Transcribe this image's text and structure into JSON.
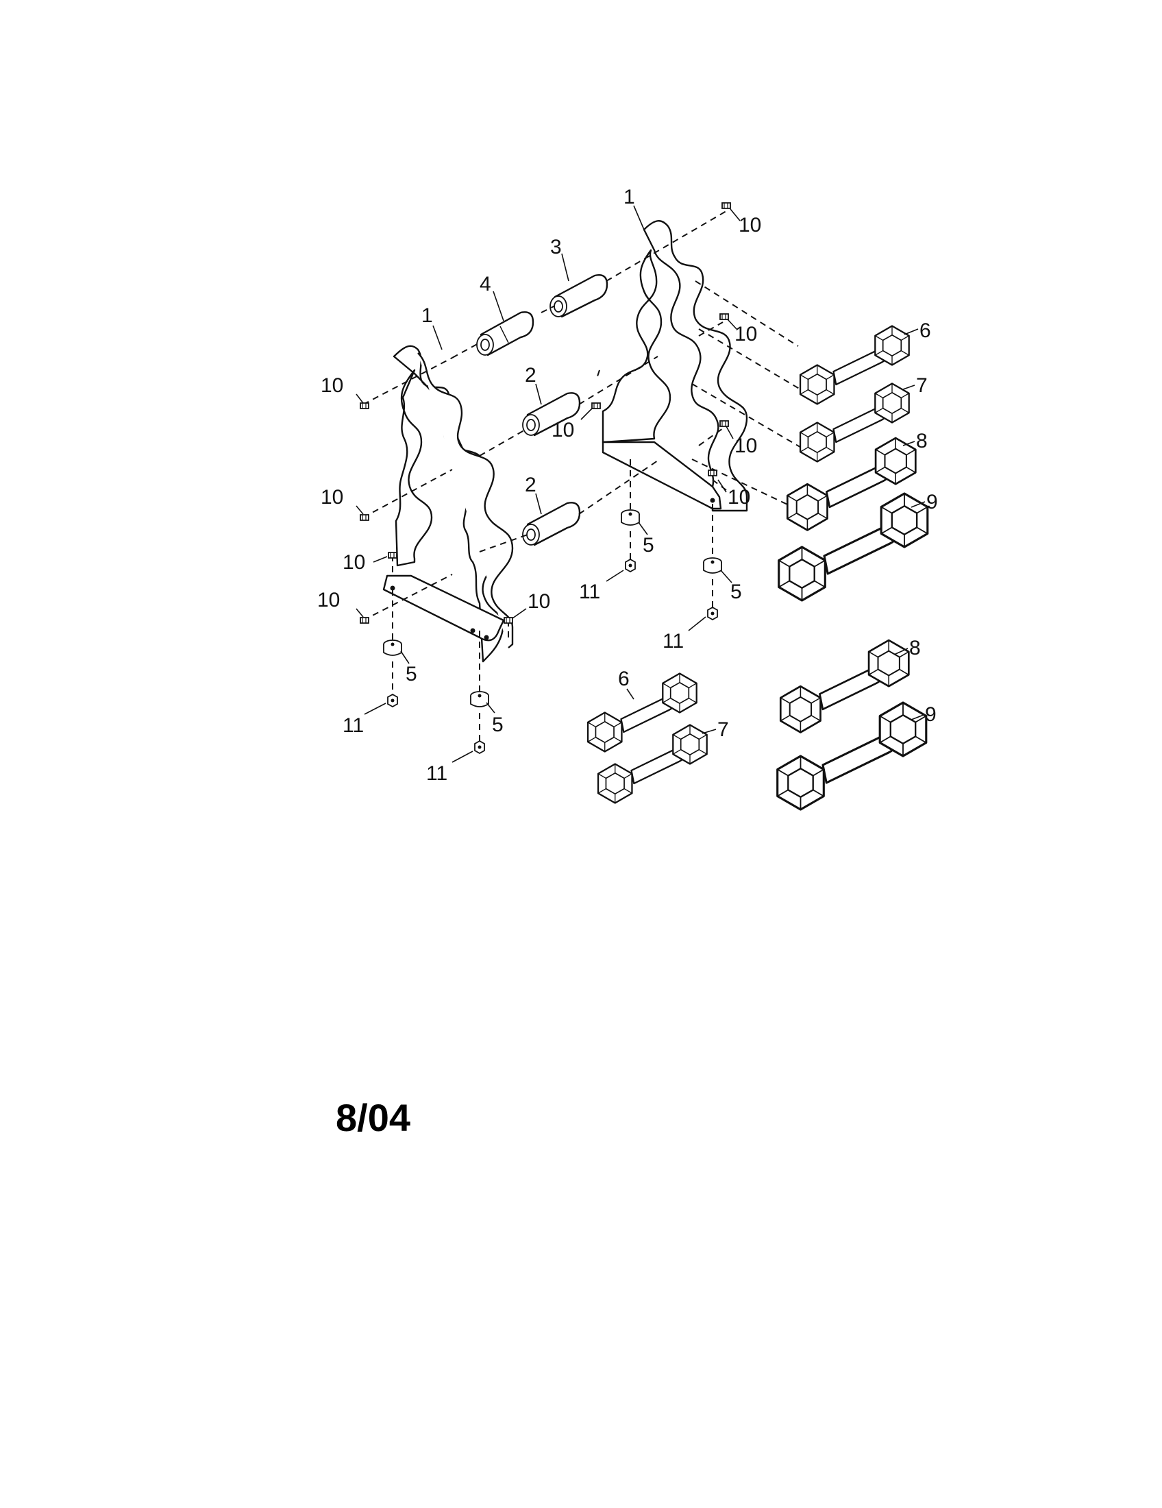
{
  "diagram": {
    "callouts": {
      "frame": "1",
      "tube_lower": "2",
      "tube_upper": "3",
      "tube_sleeve": "4",
      "foot": "5",
      "dumbbell_small": "6",
      "dumbbell_medium": "7",
      "dumbbell_large": "8",
      "dumbbell_xlarge": "9",
      "bolt": "10",
      "nut": "11"
    }
  },
  "footer": {
    "date_code": "8/04"
  }
}
